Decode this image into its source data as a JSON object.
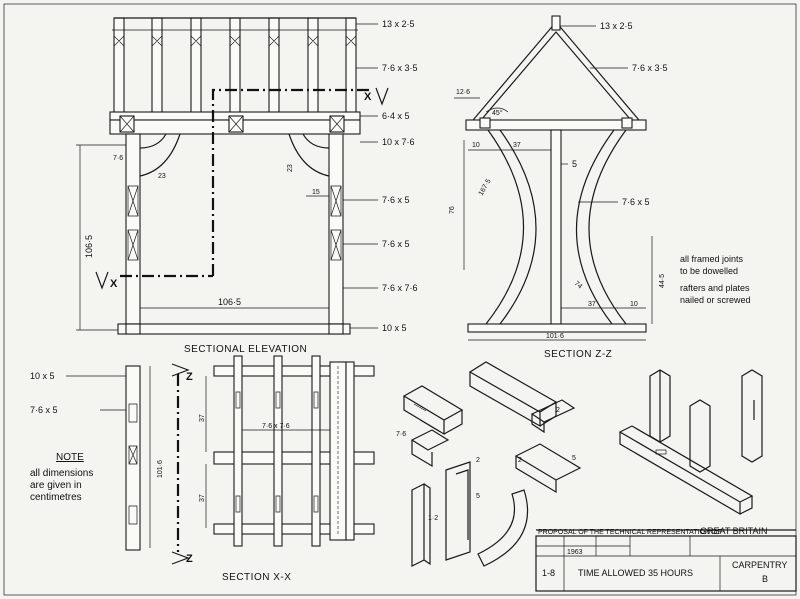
{
  "elevation": {
    "title": "SECTIONAL ELEVATION",
    "labels": {
      "rafter": "13 x 2·5",
      "purlin": "7·6 x 3·5",
      "plate": "6·4 x 5",
      "top_rail": "10 x 7·6",
      "post1": "7·6 x 5",
      "post2": "7·6 x 5",
      "post3": "7·6 x 7·6",
      "sill": "10 x 5"
    },
    "dims": {
      "width": "106·5",
      "height": "106·5",
      "brace_a": "23",
      "brace_b": "23",
      "brace_c": "15",
      "offset": "7·6"
    },
    "section_mark_x": "X"
  },
  "section_zz": {
    "title": "SECTION Z-Z",
    "labels": {
      "top": "13 x 2·5",
      "rafter": "7·6 x 3·5",
      "post": "5",
      "brace": "7·6  x  5"
    },
    "dims": {
      "angle": "45°",
      "eave": "12·6",
      "d10a": "10",
      "d37a": "37",
      "height": "76",
      "diag": "167·5",
      "d74": "74",
      "d37b": "37",
      "d10b": "10",
      "h44": "44·5",
      "base": "101·6"
    }
  },
  "notes_right": {
    "line1": "all framed joints",
    "line2": "to be dowelled",
    "line3": "rafters and plates",
    "line4": "nailed or screwed"
  },
  "section_xx": {
    "title": "SECTION X-X",
    "labels": {
      "top": "10 x 5",
      "mid": "7·6  x  5",
      "cross": "7·6 x 7·6"
    },
    "dims": {
      "length": "101·6",
      "d37a": "37",
      "d37b": "37"
    },
    "section_mark_z": "Z"
  },
  "note": {
    "heading": "NOTE",
    "line1": "all dimensions",
    "line2": "are given in",
    "line3": "centimetres"
  },
  "isometric_dims": {
    "a": "7·6",
    "b": "2",
    "c": "2",
    "d": "5",
    "e": "2",
    "f": "5",
    "g": "1·2"
  },
  "title_block": {
    "proposal": "PROPOSAL OF THE TECHNICAL REPRESENTATION OF",
    "country": "GREAT  BRITAIN",
    "year": "1963",
    "scale": "1-8",
    "time": "TIME  ALLOWED  35 HOURS",
    "trade": "CARPENTRY",
    "grade": "B"
  }
}
